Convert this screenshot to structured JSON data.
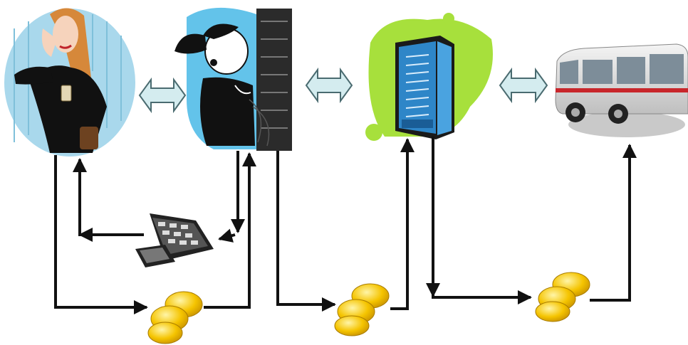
{
  "diagram": {
    "kind": "service-flow-illustration",
    "nodes": [
      {
        "id": "customer",
        "icon": "woman-on-phone-icon"
      },
      {
        "id": "operator",
        "icon": "call-center-operator-icon"
      },
      {
        "id": "server",
        "icon": "server-rack-icon"
      },
      {
        "id": "bus",
        "icon": "bus-icon"
      },
      {
        "id": "calculator",
        "icon": "calculator-icon"
      },
      {
        "id": "coins-1",
        "icon": "gold-coins-icon"
      },
      {
        "id": "coins-2",
        "icon": "gold-coins-icon"
      },
      {
        "id": "coins-3",
        "icon": "gold-coins-icon"
      }
    ],
    "double_arrows": [
      {
        "from": "customer",
        "to": "operator"
      },
      {
        "from": "operator",
        "to": "server"
      },
      {
        "from": "server",
        "to": "bus"
      }
    ],
    "flows": [
      {
        "from": "customer",
        "to": "coins-1"
      },
      {
        "from": "coins-1",
        "to": "operator"
      },
      {
        "from": "operator",
        "to": "calculator"
      },
      {
        "from": "calculator",
        "to": "customer"
      },
      {
        "from": "operator",
        "to": "coins-2"
      },
      {
        "from": "coins-2",
        "to": "server"
      },
      {
        "from": "server",
        "to": "coins-3"
      },
      {
        "from": "coins-3",
        "to": "bus"
      }
    ],
    "colors": {
      "customer_bg": "#a9d8ec",
      "operator_bg": "#63c3ea",
      "server_bg": "#a7e03c",
      "server_body": "#2e86c8",
      "double_arrow_fill": "#d4ecef",
      "double_arrow_stroke": "#4a6b70",
      "coin": "#f5c400",
      "coin_dark": "#c99300",
      "bus_stripe": "#c8262b",
      "line": "#111111"
    }
  }
}
